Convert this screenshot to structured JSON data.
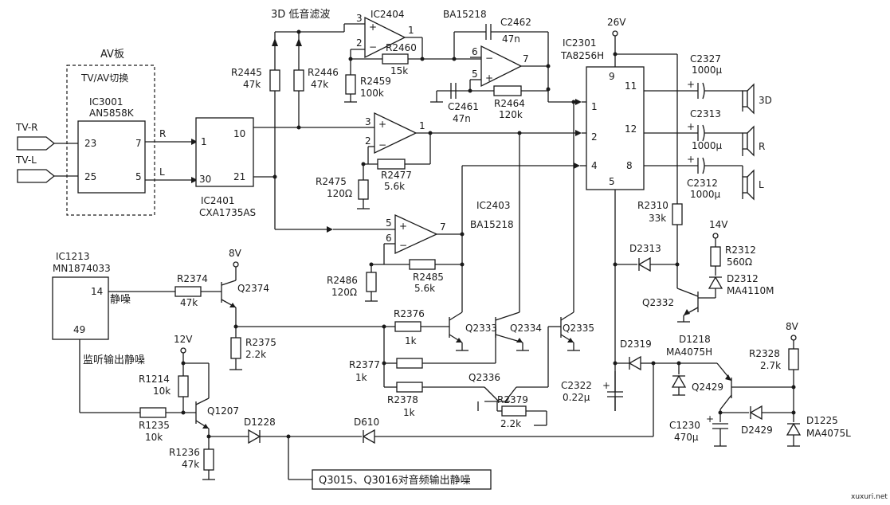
{
  "signals": {
    "tv_r": "TV-R",
    "tv_l": "TV-L",
    "r": "R",
    "l": "L"
  },
  "av_board": {
    "title": "AV板",
    "subtitle": "TV/AV切换"
  },
  "ic3001": {
    "name": "IC3001",
    "part": "AN5858K",
    "pins": [
      "23",
      "25",
      "7",
      "5"
    ]
  },
  "ic2401": {
    "name": "IC2401",
    "part": "CXA1735AS",
    "pins": [
      "1",
      "30",
      "10",
      "21"
    ]
  },
  "ic2404": {
    "name": "IC2404",
    "pins": [
      "3",
      "2",
      "1"
    ],
    "note": "3D 低音滤波"
  },
  "ba15218_top": {
    "part": "BA15218",
    "pins": [
      "6",
      "5",
      "7"
    ]
  },
  "ic2403": {
    "name": "IC2403",
    "part": "BA15218",
    "pins": [
      "3",
      "2",
      "1",
      "5",
      "6",
      "7"
    ]
  },
  "ic2301": {
    "name": "IC2301",
    "part": "TA8256H",
    "supply": "26V",
    "pins": [
      "9",
      "1",
      "2",
      "4",
      "5",
      "11",
      "12",
      "8"
    ]
  },
  "ic1213": {
    "name": "IC1213",
    "part": "MN1874033",
    "pins": [
      "14",
      "49"
    ],
    "mute": "静噪",
    "monitor_mute": "监听输出静噪"
  },
  "resistors": {
    "r2445": {
      "name": "R2445",
      "value": "47k"
    },
    "r2446": {
      "name": "R2446",
      "value": "47k"
    },
    "r2460": {
      "name": "R2460",
      "value": "15k"
    },
    "r2459": {
      "name": "R2459",
      "value": "100k"
    },
    "r2464": {
      "name": "R2464",
      "value": "120k"
    },
    "r2477": {
      "name": "R2477",
      "value": "5.6k"
    },
    "r2475": {
      "name": "R2475",
      "value": "120Ω"
    },
    "r2485": {
      "name": "R2485",
      "value": "5.6k"
    },
    "r2486": {
      "name": "R2486",
      "value": "120Ω"
    },
    "r2374": {
      "name": "R2374",
      "value": "47k"
    },
    "r2375": {
      "name": "R2375",
      "value": "2.2k"
    },
    "r2376": {
      "name": "R2376",
      "value": "1k"
    },
    "r2377": {
      "name": "R2377",
      "value": "1k"
    },
    "r2378": {
      "name": "R2378",
      "value": "1k"
    },
    "r2379": {
      "name": "R2379",
      "value": "2.2k"
    },
    "r1214": {
      "name": "R1214",
      "value": "10k"
    },
    "r1235": {
      "name": "R1235",
      "value": "10k"
    },
    "r1236": {
      "name": "R1236",
      "value": "47k"
    },
    "r2310": {
      "name": "R2310",
      "value": "33k"
    },
    "r2312": {
      "name": "R2312",
      "value": "560Ω"
    },
    "r2328": {
      "name": "R2328",
      "value": "2.7k"
    }
  },
  "capacitors": {
    "c2462": {
      "name": "C2462",
      "value": "47n"
    },
    "c2461": {
      "name": "C2461",
      "value": "47n"
    },
    "c2327": {
      "name": "C2327",
      "value": "1000μ"
    },
    "c2313": {
      "name": "C2313",
      "value": "1000μ"
    },
    "c2312": {
      "name": "C2312",
      "value": "1000μ"
    },
    "c2322": {
      "name": "C2322",
      "value": "0.22μ"
    },
    "c1230": {
      "name": "C1230",
      "value": "470μ"
    }
  },
  "transistors": [
    "Q2374",
    "Q2333",
    "Q2334",
    "Q2335",
    "Q2336",
    "Q1207",
    "Q2332",
    "Q2429"
  ],
  "diodes": {
    "d2313": {
      "name": "D2313"
    },
    "d2312": {
      "name": "D2312",
      "part": "MA4110M"
    },
    "d2319": {
      "name": "D2319"
    },
    "d1218": {
      "name": "D1218",
      "part": "MA4075H"
    },
    "d1228": {
      "name": "D1228"
    },
    "d610": {
      "name": "D610"
    },
    "d2429": {
      "name": "D2429"
    },
    "d1225": {
      "name": "D1225",
      "part": "MA4075L"
    }
  },
  "supplies": {
    "v8_a": "8V",
    "v12": "12V",
    "v14": "14V",
    "v8_b": "8V"
  },
  "speakers": {
    "s3d": "3D",
    "sr": "R",
    "sl": "L"
  },
  "note_box": "Q3015、Q3016对音频输出静噪",
  "watermark": "xuxuri.net"
}
